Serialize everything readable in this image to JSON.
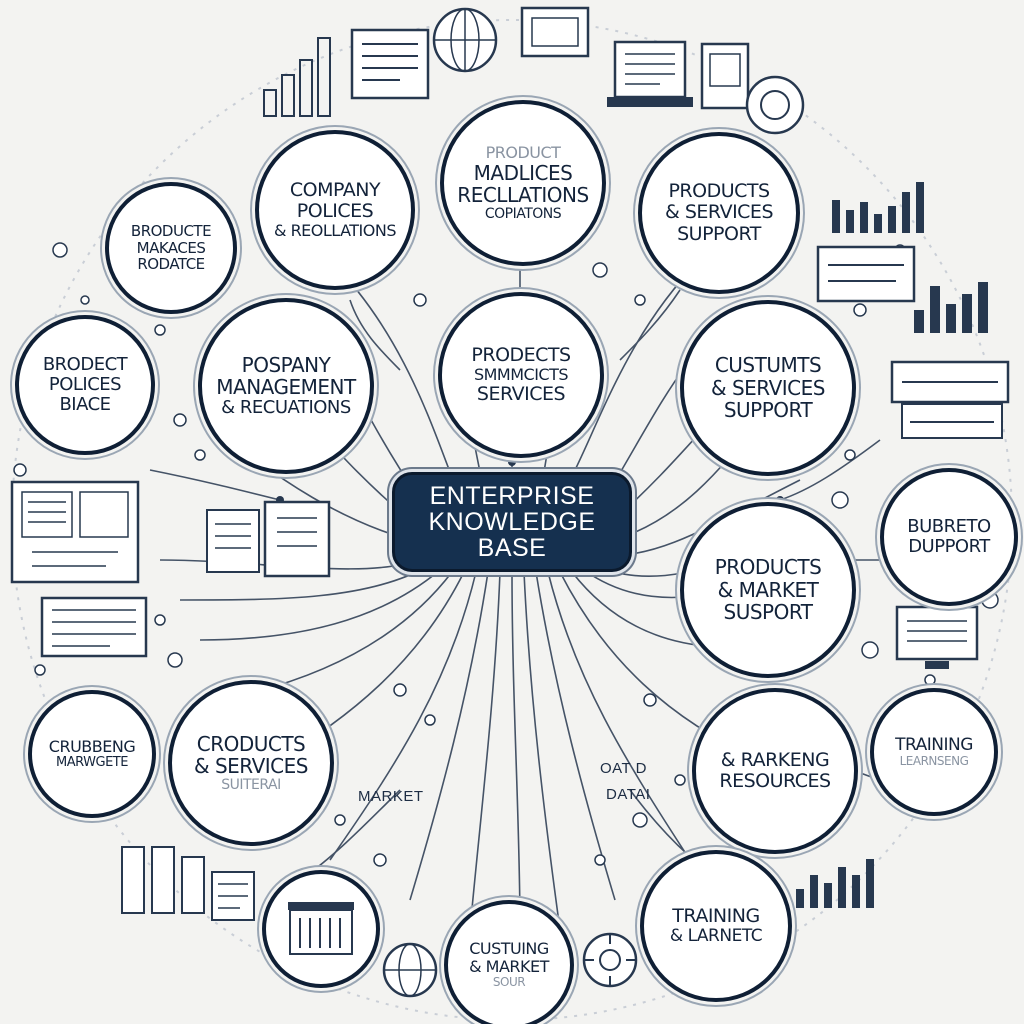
{
  "hub": {
    "lines": [
      "ENTERPRISE",
      "KNOWLEDGE",
      "BASE"
    ]
  },
  "nodes": [
    {
      "id": "top-center",
      "lines": [
        "MADLICES",
        "RECLLATIONS"
      ],
      "faint": [
        "PRODUCT",
        "COPIATONS"
      ]
    },
    {
      "id": "top-left",
      "lines": [
        "COMPANY",
        "POLICES",
        "& REOLLATIONS"
      ]
    },
    {
      "id": "top-right",
      "lines": [
        "PRODUCTS",
        "& SERVICES",
        "SUPPORT"
      ]
    },
    {
      "id": "upper-left-outer",
      "lines": [
        "BRODUCTE",
        "MAKACES",
        "RODATCE"
      ]
    },
    {
      "id": "mid-left-outer",
      "lines": [
        "BRODECT",
        "POLICES",
        "BIACE"
      ]
    },
    {
      "id": "mid-left-inner",
      "lines": [
        "POSPANY",
        "MANAGEMENT",
        "& RECUATIONS"
      ]
    },
    {
      "id": "center-inner",
      "lines": [
        "PRODECTS",
        "SMMMCICTS",
        "SERVICES"
      ]
    },
    {
      "id": "mid-right-inner",
      "lines": [
        "CUSTUMTS",
        "& SERVICES",
        "SUPPORT"
      ]
    },
    {
      "id": "mid-right-outer",
      "lines": [
        "BUBRETO",
        "DUPPORT"
      ]
    },
    {
      "id": "lower-right-inner",
      "lines": [
        "PRODUCTS",
        "& MARKET",
        "SUSPORT"
      ]
    },
    {
      "id": "lower-left-outer",
      "lines": [
        "CRUBBENG",
        "MARWGETE"
      ]
    },
    {
      "id": "lower-left-inner",
      "lines": [
        "CRODUCTS",
        "& SERVICES"
      ],
      "faint": [
        "SUITERAI"
      ]
    },
    {
      "id": "lower-right-center",
      "lines": [
        "& RARKENG",
        "RESOURCES"
      ]
    },
    {
      "id": "lower-right-outer",
      "lines": [
        "TRAINING"
      ],
      "faint": [
        "LEARNSENG"
      ]
    },
    {
      "id": "bottom-right",
      "lines": [
        "TRAINING",
        "& LARNETC"
      ]
    },
    {
      "id": "bottom-center",
      "lines": [
        "CUSTUING",
        "& MARKET"
      ],
      "faint": [
        "SOUR"
      ]
    }
  ],
  "labels": {
    "market": "MARKET",
    "data_top": "OAT D",
    "data": "DATAI"
  },
  "colors": {
    "ink": "#0f1f35",
    "hub": "#15304f",
    "paper": "#f3f3f1"
  }
}
